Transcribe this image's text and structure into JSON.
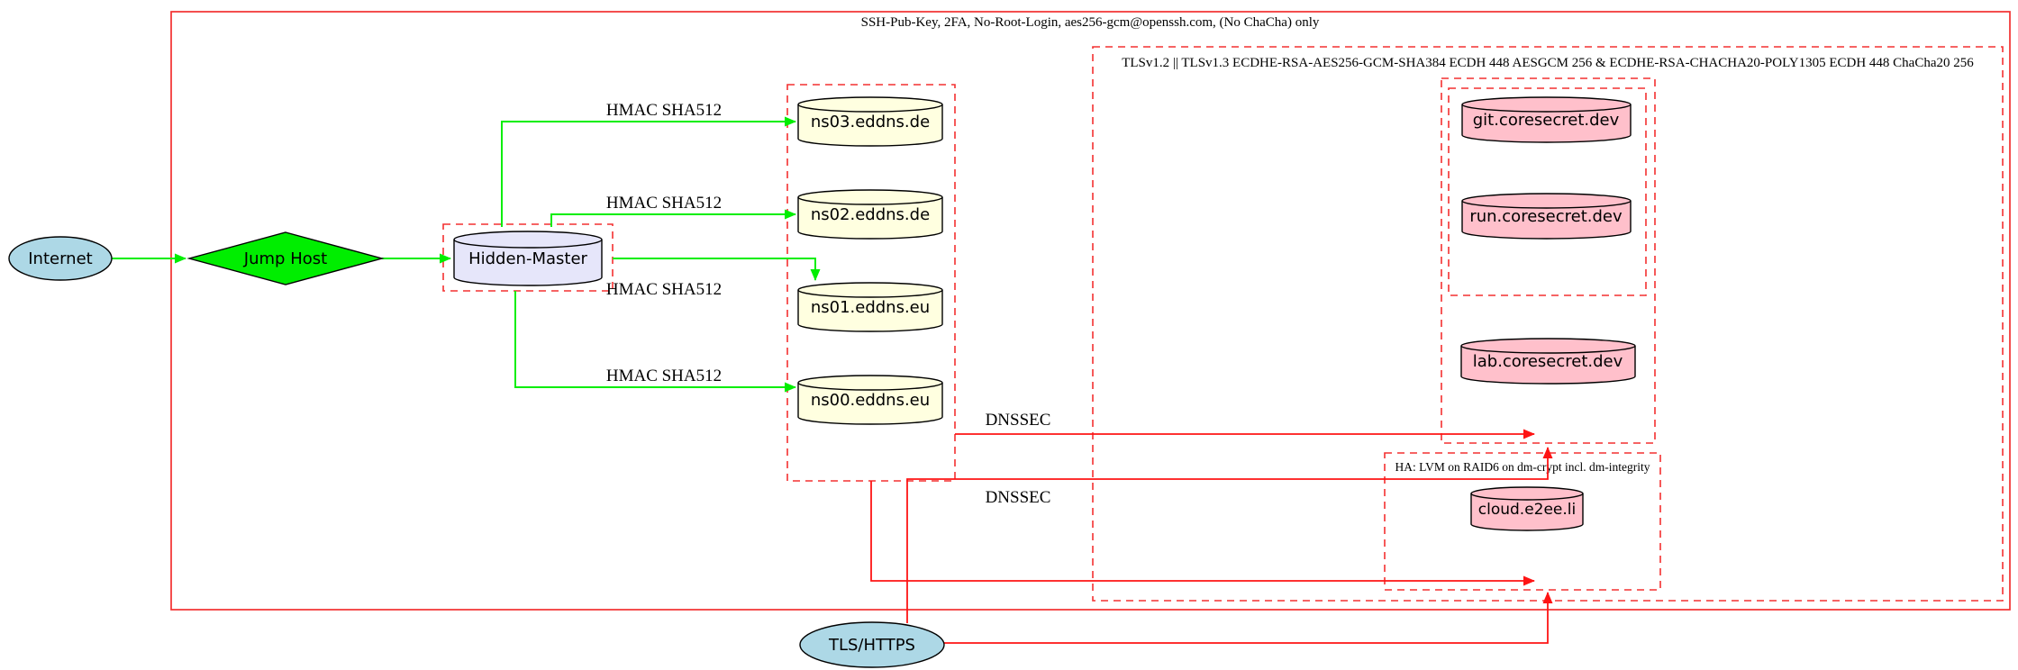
{
  "clusters": {
    "ssh_policy": {
      "label": "SSH-Pub-Key, 2FA, No-Root-Login, aes256-gcm@openssh.com, (No ChaCha) only"
    },
    "tls": {
      "label": "TLSv1.2 || TLSv1.3 ECDHE-RSA-AES256-GCM-SHA384 ECDH 448 AESGCM 256 & ECDHE-RSA-CHACHA20-POLY1305 ECDH 448 ChaCha20 256"
    },
    "ha": {
      "label": "HA: LVM on RAID6 on dm-crypt incl. dm-integrity"
    }
  },
  "nodes": {
    "internet": {
      "label": "Internet",
      "shape": "ellipse",
      "fill": "#add8e6"
    },
    "jump_host": {
      "label": "Jump Host",
      "shape": "diamond",
      "fill": "#00ee00"
    },
    "hidden_master": {
      "label": "Hidden-Master",
      "shape": "cylinder",
      "fill": "#e6e6fa"
    },
    "ns03": {
      "label": "ns03.eddns.de",
      "shape": "cylinder",
      "fill": "#ffffe0"
    },
    "ns02": {
      "label": "ns02.eddns.de",
      "shape": "cylinder",
      "fill": "#ffffe0"
    },
    "ns01": {
      "label": "ns01.eddns.eu",
      "shape": "cylinder",
      "fill": "#ffffe0"
    },
    "ns00": {
      "label": "ns00.eddns.eu",
      "shape": "cylinder",
      "fill": "#ffffe0"
    },
    "git": {
      "label": "git.coresecret.dev",
      "shape": "cylinder",
      "fill": "#ffc0cb"
    },
    "run": {
      "label": "run.coresecret.dev",
      "shape": "cylinder",
      "fill": "#ffc0cb"
    },
    "lab": {
      "label": "lab.coresecret.dev",
      "shape": "cylinder",
      "fill": "#ffc0cb"
    },
    "cloud": {
      "label": "cloud.e2ee.li",
      "shape": "cylinder",
      "fill": "#ffc0cb"
    },
    "tls_https": {
      "label": "TLS/HTTPS",
      "shape": "ellipse",
      "fill": "#add8e6"
    }
  },
  "edges": [
    {
      "from": "Internet",
      "to": "Jump Host",
      "color": "green",
      "label": ""
    },
    {
      "from": "Jump Host",
      "to": "Hidden-Master",
      "color": "green",
      "label": ""
    },
    {
      "from": "Hidden-Master",
      "to": "ns03.eddns.de",
      "color": "green",
      "label": "HMAC SHA512"
    },
    {
      "from": "Hidden-Master",
      "to": "ns02.eddns.de",
      "color": "green",
      "label": "HMAC SHA512"
    },
    {
      "from": "Hidden-Master",
      "to": "ns01.eddns.eu",
      "color": "green",
      "label": "HMAC SHA512"
    },
    {
      "from": "Hidden-Master",
      "to": "ns00.eddns.eu",
      "color": "green",
      "label": "HMAC SHA512"
    },
    {
      "from": "dns-cluster",
      "to": "coresecret-cluster",
      "color": "red",
      "label": "DNSSEC"
    },
    {
      "from": "dns-cluster",
      "to": "ha-cluster",
      "color": "red",
      "label": "DNSSEC"
    },
    {
      "from": "TLS/HTTPS",
      "to": "coresecret-cluster",
      "color": "red",
      "label": ""
    },
    {
      "from": "TLS/HTTPS",
      "to": "ha-cluster",
      "color": "red",
      "label": ""
    }
  ],
  "colors": {
    "green": "#00ee00",
    "red": "#f33030",
    "redline": "#fe1414",
    "blue": "#add8e6",
    "lavender": "#e6e6fa",
    "lightyellow": "#ffffe0",
    "pink": "#ffc0cb"
  }
}
